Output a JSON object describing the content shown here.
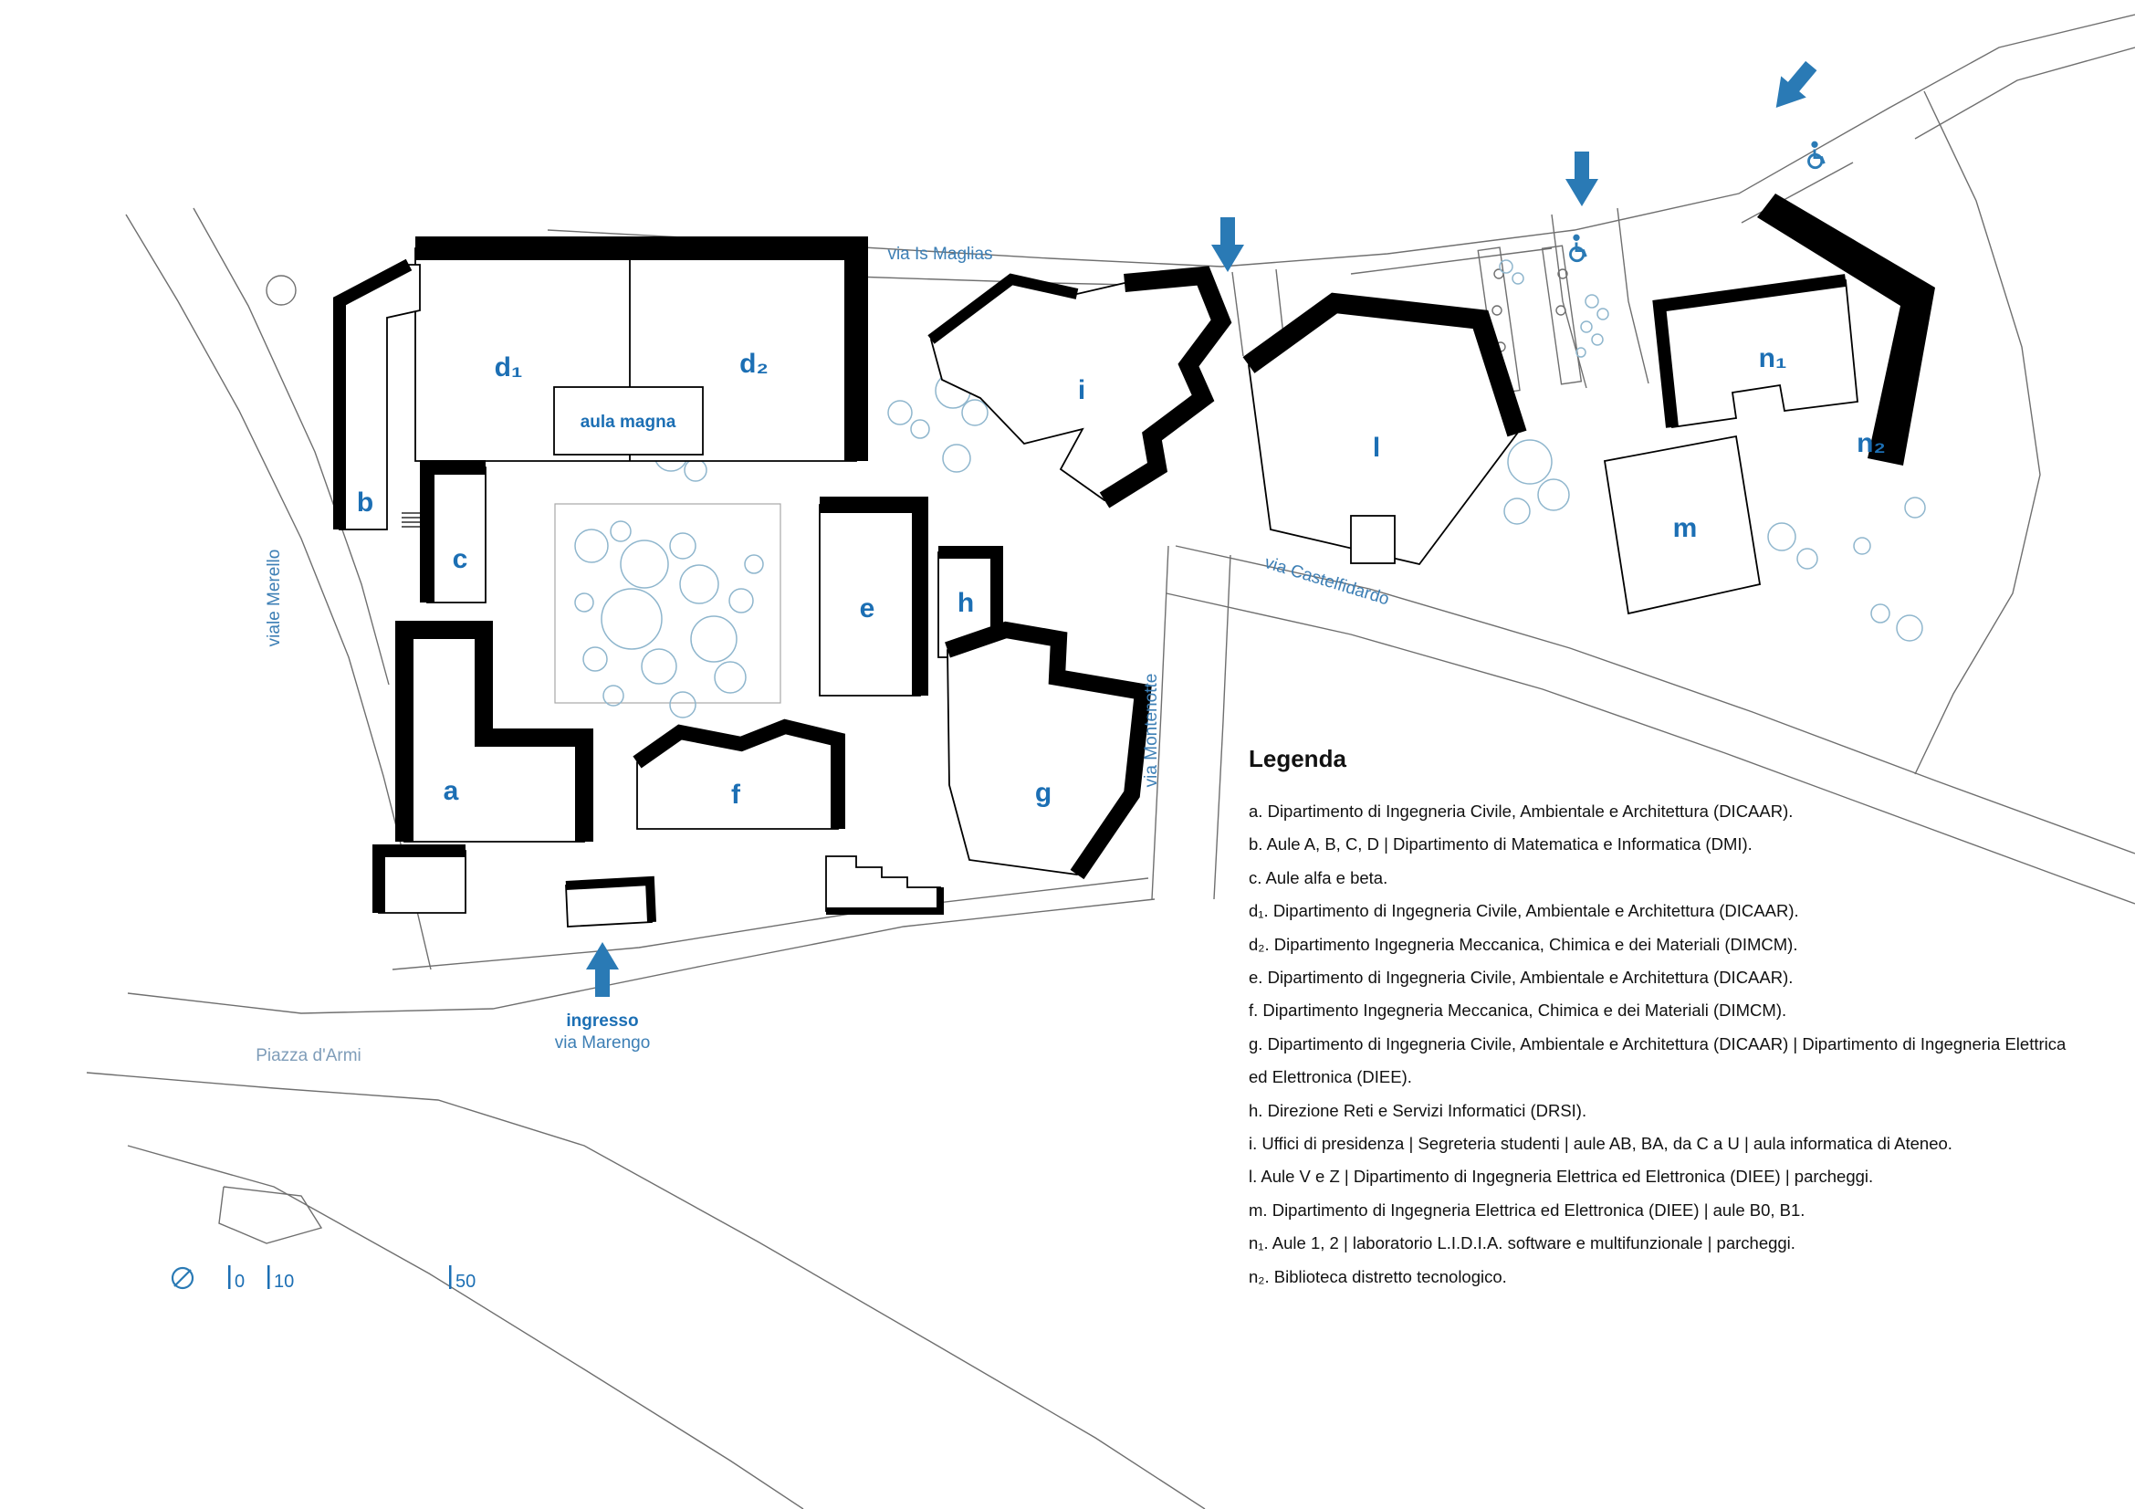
{
  "map": {
    "colors": {
      "accent": "#1c6fb4",
      "building": "#000000",
      "tree": "#8fb6cd",
      "road": "#6f6f6f"
    },
    "buildings": [
      {
        "id": "a",
        "label": "a"
      },
      {
        "id": "b",
        "label": "b"
      },
      {
        "id": "c",
        "label": "c"
      },
      {
        "id": "d1",
        "label": "d₁"
      },
      {
        "id": "d2",
        "label": "d₂"
      },
      {
        "id": "e",
        "label": "e"
      },
      {
        "id": "f",
        "label": "f"
      },
      {
        "id": "g",
        "label": "g"
      },
      {
        "id": "h",
        "label": "h"
      },
      {
        "id": "i",
        "label": "i"
      },
      {
        "id": "l",
        "label": "l"
      },
      {
        "id": "m",
        "label": "m"
      },
      {
        "id": "n1",
        "label": "n₁"
      },
      {
        "id": "n2",
        "label": "n₂"
      }
    ],
    "aula_magna": "aula magna",
    "streets": {
      "is_maglias": "via Is Maglias",
      "merello": "viale Merello",
      "castelfidardo": "via Castelfidardo",
      "montenotte": "via Montenotte",
      "piazza_armi": "Piazza d'Armi",
      "ingresso": "ingresso",
      "marengo": "via Marengo"
    },
    "scale": {
      "ticks": [
        "0",
        "10",
        "50"
      ]
    }
  },
  "legend": {
    "title": "Legenda",
    "items": [
      {
        "key": "a.",
        "text": "Dipartimento di Ingegneria Civile, Ambientale e Architettura (DICAAR)."
      },
      {
        "key": "b.",
        "text": "Aule A, B, C, D | Dipartimento di Matematica e Informatica (DMI)."
      },
      {
        "key": "c.",
        "text": "Aule alfa e beta."
      },
      {
        "key": "d₁.",
        "text": "Dipartimento di Ingegneria Civile, Ambientale e Architettura (DICAAR)."
      },
      {
        "key": "d₂.",
        "text": "Dipartimento Ingegneria Meccanica, Chimica e dei Materiali (DIMCM)."
      },
      {
        "key": "e.",
        "text": "Dipartimento di Ingegneria Civile, Ambientale e Architettura (DICAAR)."
      },
      {
        "key": "f.",
        "text": "Dipartimento Ingegneria Meccanica, Chimica e dei Materiali (DIMCM)."
      },
      {
        "key": "g.",
        "text": "Dipartimento di Ingegneria Civile, Ambientale e Architettura (DICAAR) | Dipartimento di Ingegneria Elettrica ed Elettronica (DIEE)."
      },
      {
        "key": "h.",
        "text": "Direzione Reti e Servizi Informatici (DRSI)."
      },
      {
        "key": "i.",
        "text": "Uffici di presidenza | Segreteria studenti | aule AB, BA, da C a U | aula informatica di Ateneo."
      },
      {
        "key": "l.",
        "text": "Aule V e Z | Dipartimento di Ingegneria Elettrica ed Elettronica (DIEE) | parcheggi."
      },
      {
        "key": "m.",
        "text": "Dipartimento di Ingegneria Elettrica ed Elettronica (DIEE) | aule B0, B1."
      },
      {
        "key": "n₁.",
        "text": "Aule 1, 2 | laboratorio L.I.D.I.A. software e multifunzionale | parcheggi."
      },
      {
        "key": "n₂.",
        "text": "Biblioteca distretto tecnologico."
      }
    ]
  }
}
